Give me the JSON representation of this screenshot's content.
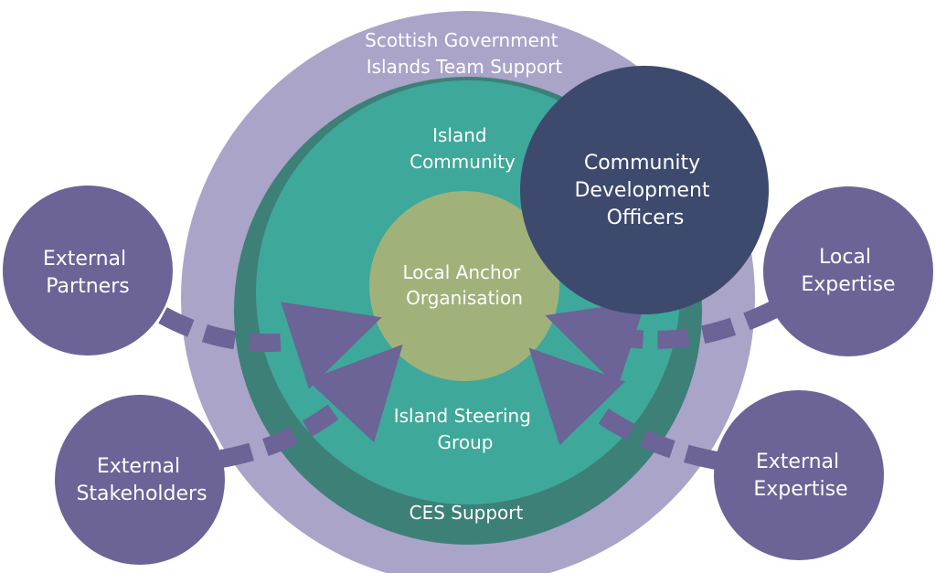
{
  "colors": {
    "outer_ring": "#a9a4c8",
    "ces_ring": "#3d8078",
    "community": "#3ea89a",
    "anchor": "#a0b27a",
    "cdo": "#3d4a6e",
    "satellite": "#6c6397",
    "arrow": "#6c6397"
  },
  "labels": {
    "scottish_gov": [
      "Scottish Government",
      "Islands Team Support"
    ],
    "island_community": [
      "Island",
      "Community"
    ],
    "local_anchor": [
      "Local Anchor",
      "Organisation"
    ],
    "island_steering": [
      "Island Steering",
      "Group"
    ],
    "ces_support": "CES Support",
    "cdo": [
      "Community",
      "Development",
      "Officers"
    ],
    "external_partners": [
      "External",
      "Partners"
    ],
    "external_stakeholders": [
      "External",
      "Stakeholders"
    ],
    "local_expertise": [
      "Local",
      "Expertise"
    ],
    "external_expertise": [
      "External",
      "Expertise"
    ]
  }
}
